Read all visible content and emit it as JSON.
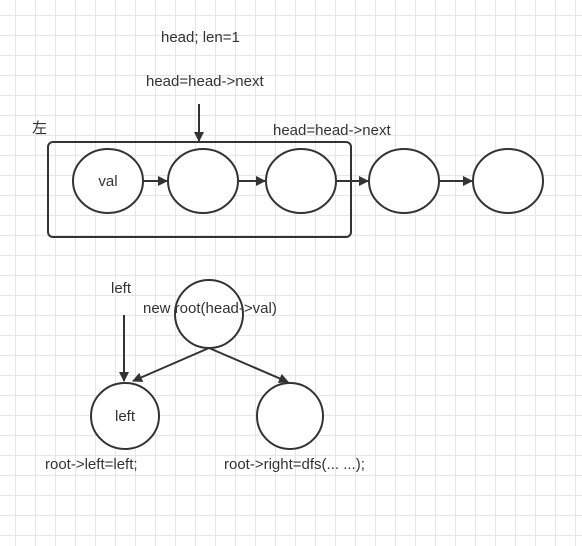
{
  "labels": {
    "head_len": "head;  len=1",
    "head_next_1": "head=head->next",
    "head_next_2": "head=head->next",
    "left_char": "左",
    "val": "val",
    "left_top": "left",
    "new_root": "new root(head->val)",
    "left_node": "left",
    "root_left": "root->left=left;",
    "root_right": "root->right=dfs(... ...);"
  },
  "colors": {
    "stroke": "#333333",
    "text": "#333333",
    "grid": "#e6e6e6"
  }
}
